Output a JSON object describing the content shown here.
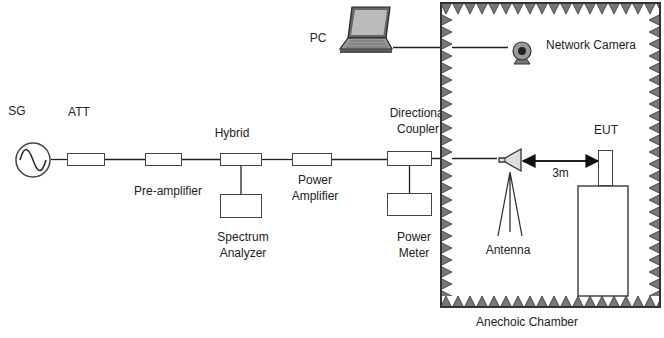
{
  "diagram": {
    "nodes": [
      {
        "text": [
          "SG"
        ]
      },
      {
        "text": [
          "ATT"
        ]
      },
      {
        "text": [
          "Pre-amplifier"
        ]
      },
      {
        "text": [
          "Hybrid"
        ]
      },
      {
        "text": [
          "Spectrum Analyzer"
        ]
      },
      {
        "text": [
          "Power Amplifier"
        ]
      },
      {
        "text": [
          "Directional Coupler"
        ]
      },
      {
        "text": [
          "Power Meter"
        ]
      },
      {
        "text": [
          "PC"
        ]
      },
      {
        "text": [
          "Anechoic Chamber"
        ]
      },
      {
        "text": [
          "Network Camera"
        ],
        "in": 9
      },
      {
        "text": [
          "Antenna"
        ],
        "in": 9
      },
      {
        "text": [
          "EUT"
        ],
        "in": 9
      }
    ],
    "edges": [
      {
        "from": 0,
        "to": 1,
        "arrow": "none"
      },
      {
        "from": 1,
        "to": 2,
        "arrow": "none"
      },
      {
        "from": 2,
        "to": 3,
        "arrow": "none"
      },
      {
        "from": 3,
        "to": 4,
        "arrow": "none"
      },
      {
        "from": 3,
        "to": 5,
        "arrow": "none"
      },
      {
        "from": 5,
        "to": 6,
        "arrow": "none"
      },
      {
        "from": 6,
        "to": 7,
        "arrow": "none"
      },
      {
        "from": 6,
        "to": 11,
        "arrow": "none"
      },
      {
        "from": 8,
        "to": 10,
        "arrow": "none"
      },
      {
        "from": 11,
        "to": 12,
        "label": "3m",
        "arrow": "both"
      }
    ]
  }
}
